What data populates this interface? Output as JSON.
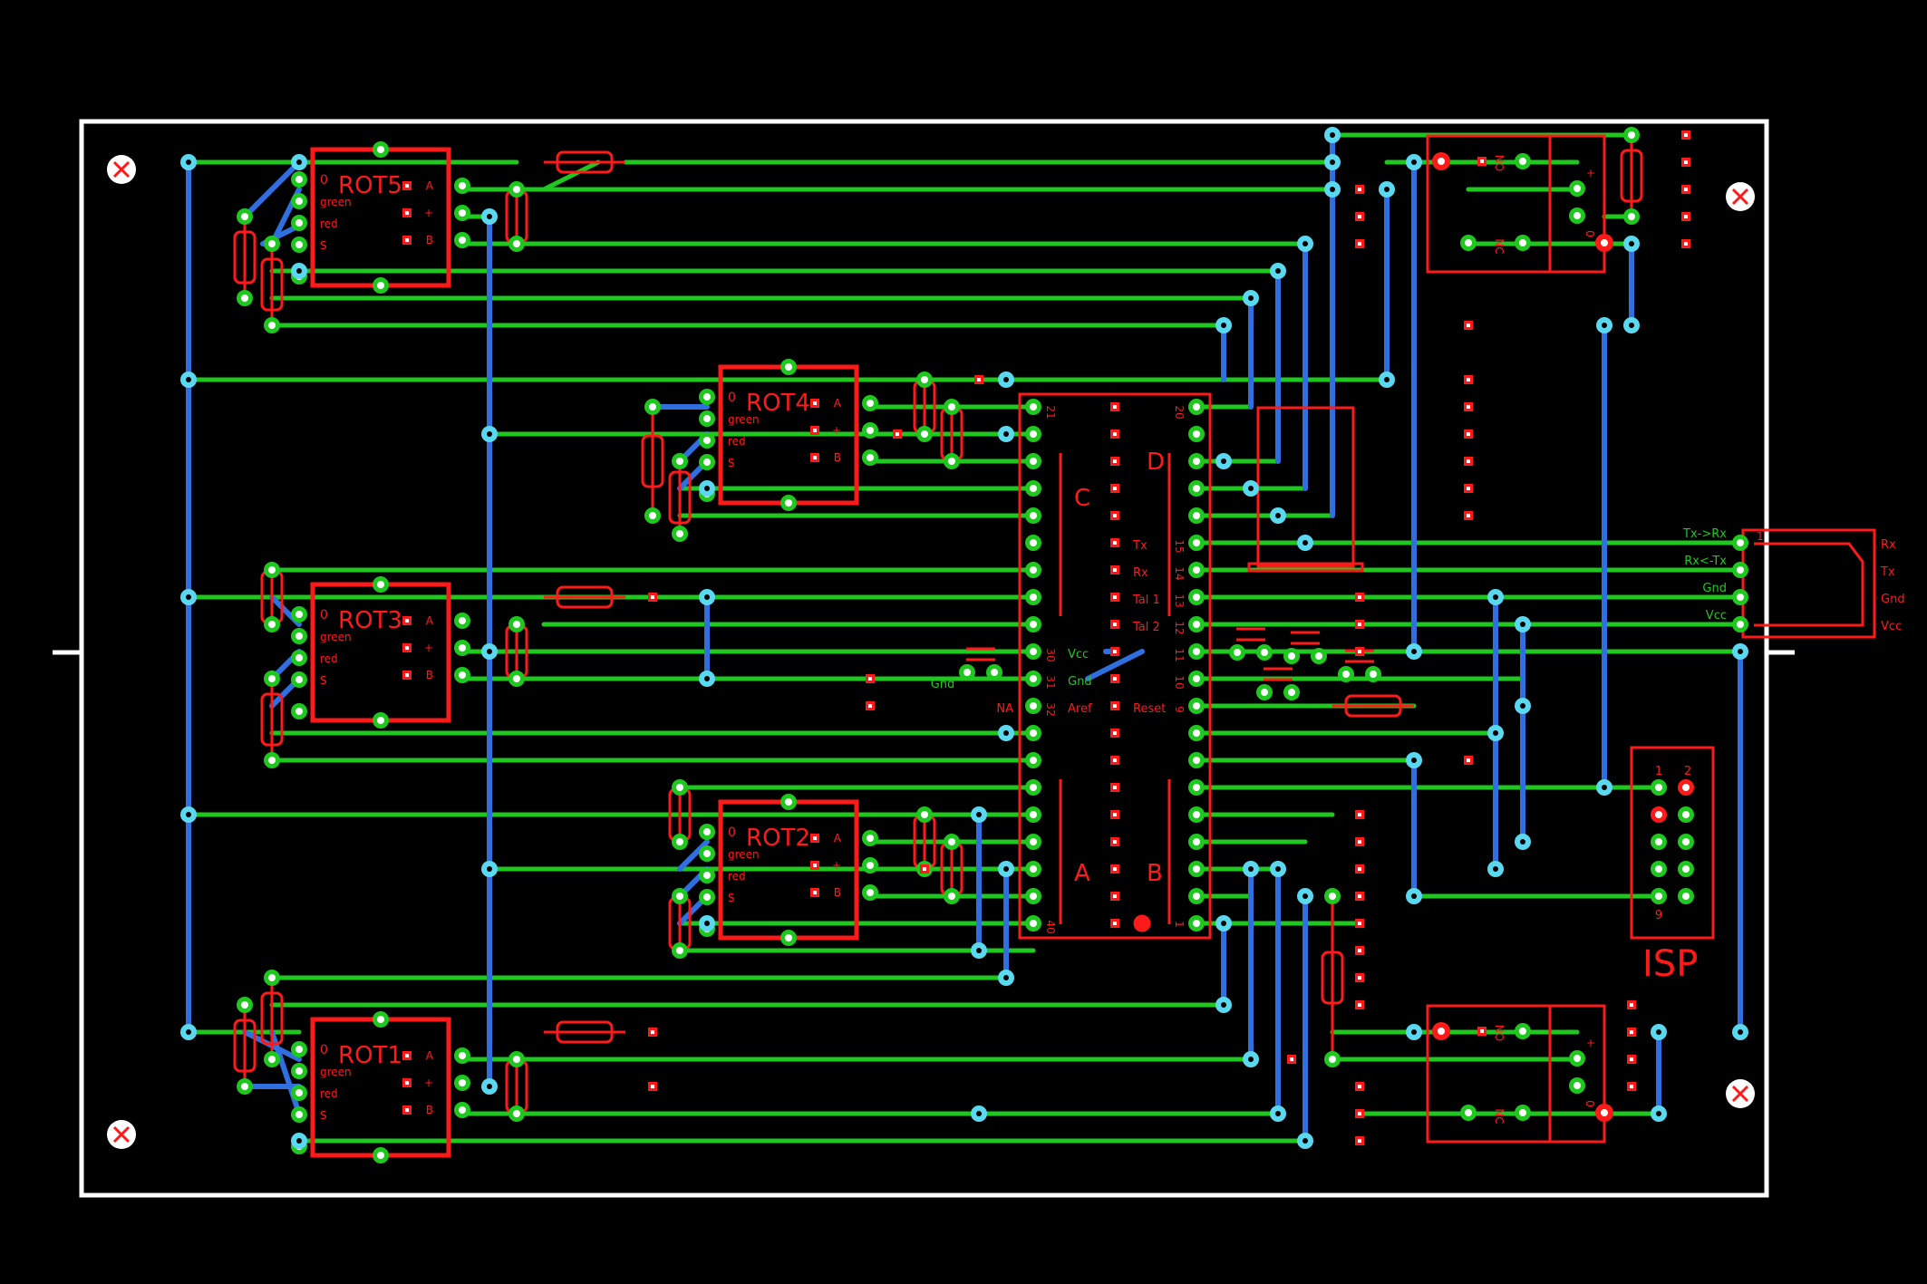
{
  "colors": {
    "background": "#000000",
    "top_trace": "#1fc81f",
    "bottom_trace": "#2f6fe0",
    "component": "#ff1a1a",
    "via": "#5ad8f0",
    "outline": "#ffffff"
  },
  "icons": [
    "mounting-hole-icon"
  ],
  "encoders": [
    {
      "name": "ROT5",
      "pins_left": [
        "0",
        "green",
        "red",
        "S"
      ],
      "pins_right": [
        "A",
        "+",
        "B"
      ]
    },
    {
      "name": "ROT4",
      "pins_left": [
        "0",
        "green",
        "red",
        "S"
      ],
      "pins_right": [
        "A",
        "+",
        "B"
      ]
    },
    {
      "name": "ROT3",
      "pins_left": [
        "0",
        "green",
        "red",
        "S"
      ],
      "pins_right": [
        "A",
        "+",
        "B"
      ]
    },
    {
      "name": "ROT2",
      "pins_left": [
        "0",
        "green",
        "red",
        "S"
      ],
      "pins_right": [
        "A",
        "+",
        "B"
      ]
    },
    {
      "name": "ROT1",
      "pins_left": [
        "0",
        "green",
        "red",
        "S"
      ],
      "pins_right": [
        "A",
        "+",
        "B"
      ]
    }
  ],
  "mcu": {
    "port_c": "C",
    "port_d": "D",
    "port_a": "A",
    "port_b": "B",
    "pin_21": "21",
    "pin_20": "20",
    "pin_15": "15",
    "pin_14": "14",
    "pin_13": "13",
    "pin_12": "12",
    "pin_11": "11",
    "pin_10": "10",
    "pin_9": "9",
    "pin_30": "30",
    "pin_31": "31",
    "pin_32": "32",
    "pin_40": "40",
    "pin_1": "1",
    "tx": "Tx",
    "rx": "Rx",
    "tal1": "Tal 1",
    "tal2": "Tal 2",
    "vcc": "Vcc",
    "gnd": "Gnd",
    "aref": "Aref",
    "reset": "Reset",
    "gnd_out": "Gnd",
    "na": "NA"
  },
  "relays": [
    {
      "no": "NO",
      "nc": "NC",
      "plus": "+",
      "zero": "0"
    },
    {
      "no": "NO",
      "nc": "NC",
      "plus": "+",
      "zero": "0"
    }
  ],
  "serial": {
    "left": [
      "Tx->Rx",
      "Rx<-Tx",
      "Gnd",
      "Vcc"
    ],
    "right": [
      "Rx",
      "Tx",
      "Gnd",
      "Vcc"
    ],
    "pin1": "1"
  },
  "isp": {
    "label": "ISP",
    "pin1": "1",
    "pin2": "2",
    "pin9": "9"
  }
}
